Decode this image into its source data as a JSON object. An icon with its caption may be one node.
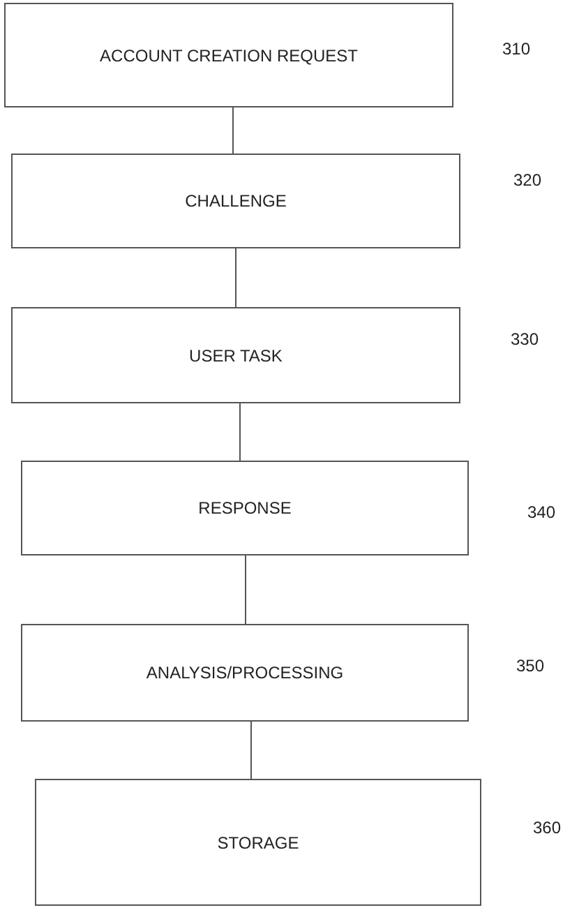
{
  "diagram": {
    "nodes": [
      {
        "text": [
          "ACCOUNT CREATION REQUEST"
        ],
        "beside": [
          "310"
        ]
      },
      {
        "text": [
          "CHALLENGE"
        ],
        "beside": [
          "320"
        ]
      },
      {
        "text": [
          "USER TASK"
        ],
        "beside": [
          "330"
        ]
      },
      {
        "text": [
          "RESPONSE"
        ],
        "beside": [
          "340"
        ]
      },
      {
        "text": [
          "ANALYSIS/PROCESSING"
        ],
        "beside": [
          "350"
        ]
      },
      {
        "text": [
          "STORAGE"
        ],
        "beside": [
          "360"
        ]
      }
    ],
    "edges": [
      {
        "from": 0,
        "to": 1,
        "arrow": "none"
      },
      {
        "from": 1,
        "to": 2,
        "arrow": "none"
      },
      {
        "from": 2,
        "to": 3,
        "arrow": "none"
      },
      {
        "from": 3,
        "to": 4,
        "arrow": "none"
      },
      {
        "from": 4,
        "to": 5,
        "arrow": "none"
      }
    ]
  }
}
